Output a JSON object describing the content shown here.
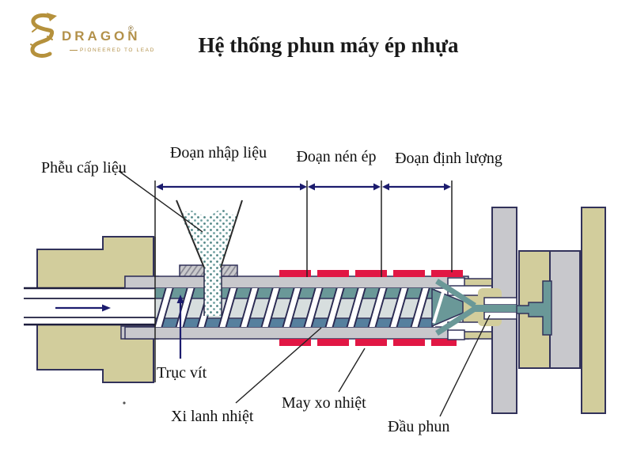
{
  "header": {
    "logo": {
      "brand": "DRAGON",
      "registered": "®",
      "tagline": "PIONEERED TO LEAD"
    },
    "title": "Hệ thống phun máy ép nhựa"
  },
  "diagram": {
    "labels": {
      "hopper": "Phễu cấp liệu",
      "feed_section": "Đoạn nhập liệu",
      "compression_section": "Đoạn nén ép",
      "metering_section": "Đoạn định lượng",
      "screw": "Trục vít",
      "heating_cylinder": "Xi lanh nhiệt",
      "heater_coil": "May xo nhiệt",
      "nozzle": "Đầu phun"
    }
  },
  "colors": {
    "khaki": "#d2cd9c",
    "metal-gray": "#c8c8cc",
    "teal": "#6a9898",
    "teal-dark": "#4f7f8f",
    "heater-red": "#e11744",
    "outline-navy": "#32325a",
    "arrow-navy": "#1c1c6e",
    "gold": "#b3914a",
    "text": "#111111"
  }
}
